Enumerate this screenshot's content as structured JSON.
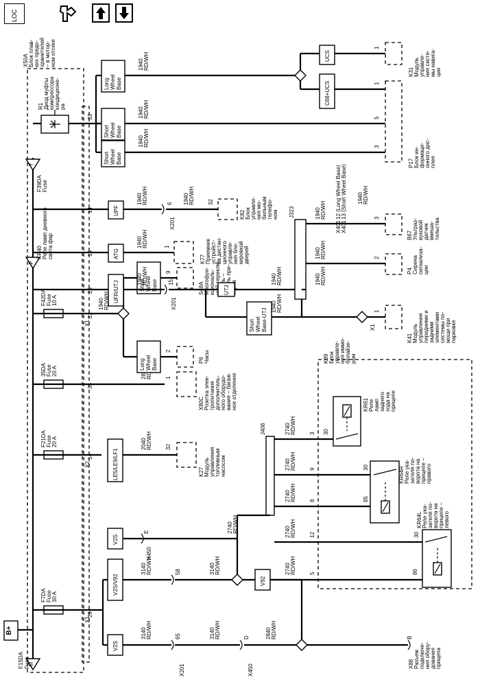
{
  "toolbar": {
    "loc_label": "LOC",
    "buttons": [
      {
        "name": "service-tools-icon",
        "glyph": "⇅"
      },
      {
        "name": "arrow-up-icon",
        "glyph": "▲"
      },
      {
        "name": "arrow-down-icon",
        "glyph": "▼"
      }
    ]
  },
  "power": {
    "label": "B+"
  },
  "fuses": {
    "f15": {
      "name": "F15DA",
      "sub": "Fuse",
      "tag": "M"
    },
    "f7": {
      "name": "F7DA",
      "sub": "Fuse",
      "rating": "30 A"
    },
    "f21": {
      "name": "F21DA",
      "sub": "Fuse",
      "rating": "20 A"
    },
    "f35": {
      "name": "35DA",
      "sub": "Fuse",
      "rating": "20 A"
    },
    "f42": {
      "name": "F42DA",
      "sub": "Fuse",
      "rating": "10 A"
    },
    "f39": {
      "name": "F39DA",
      "sub": "Fuse",
      "tag": "Y"
    }
  },
  "relays": {
    "kr40": {
      "tag": "P",
      "name": "KR40",
      "l1": "Реле ламп дневного",
      "l2": "света фар"
    }
  },
  "blocks": {
    "x50a": {
      "l1": "X50A",
      "l2": "Блок плав-",
      "l3": "ких предо-",
      "l4": "хранителей",
      "l5": "– в мотор-",
      "l6": "ном отсеке"
    },
    "r1": {
      "l1": "R1",
      "l2": "Диод муфты",
      "l3": "компрессора",
      "l4": "кондиционе-",
      "l5": "ра"
    }
  },
  "options": {
    "v2s_a": "V2S",
    "v2sv92": "V2S/V92",
    "v2s_b": "V2S",
    "les": "LE5/LE9/LF1",
    "long1": {
      "l1": "Long",
      "l2": "Wheel",
      "l3": "Base"
    },
    "short1": {
      "l1": "Short",
      "l2": "Wheel",
      "l3": "Base"
    },
    "ufr": "UFR/UTJ",
    "atg": "ATG",
    "upf": "UPF",
    "short2": {
      "l1": "Short",
      "l2": "Wheel",
      "l3": "Base"
    },
    "short3": {
      "l1": "Short",
      "l2": "Wheel",
      "l3": "Base"
    },
    "long2": {
      "l1": "Long",
      "l2": "Wheel",
      "l3": "Base"
    },
    "uts": "UTJ",
    "short_utj": {
      "l1": "Short",
      "l2": "Wheel",
      "l3": "Base-UTJ"
    },
    "ucs": "UCS",
    "c68": "C68+UCS",
    "v92": "V92"
  },
  "wires": {
    "w3140": {
      "num": "3140",
      "col": "RD/WH"
    },
    "w2040": {
      "num": "2040",
      "col": "RD/WH"
    },
    "w2840": {
      "num": "2840",
      "col": "RD/WH"
    },
    "w1940": {
      "num": "1940",
      "col": "RD/WH"
    },
    "w2740": {
      "num": "2740",
      "col": "RD/WH"
    }
  },
  "pins": {
    "p29": "29",
    "p14a": "14",
    "p35": "35",
    "p22": "22",
    "p23": "23",
    "p13": "13",
    "p14b": "14",
    "p33": "33",
    "p58": "58",
    "p65": "65",
    "pE": "E",
    "pD": "D",
    "pB": "B",
    "p32a": "32",
    "p1a": "1",
    "p9": "9",
    "p2a": "2",
    "p15": "15",
    "p1b": "1",
    "p6": "6",
    "p32b": "32",
    "p1c": "1",
    "p2b": "2",
    "p3a": "3",
    "p3b": "3",
    "p5": "5",
    "p1d": "1",
    "p1e": "1",
    "p5b": "5",
    "p12": "12",
    "p8": "8",
    "p9b": "9",
    "p3c": "3",
    "p86a": "86",
    "p85": "85",
    "p30a": "30",
    "p30b": "30",
    "p30c": "30"
  },
  "connectors": {
    "x1a": "X1",
    "x2": "X2",
    "x1b": "X1",
    "x201a": "X201",
    "x450a": "X450",
    "x450b": "X450",
    "x201b": "X201",
    "x201c": "X201",
    "x401a": "X401",
    "x401b": "X401",
    "x1c": "X1",
    "j408": "J408",
    "j323": "J323",
    "x401_txt1": "12 (Long Wheel Base)",
    "x401_txt2": "13 (Short Wheel Base)"
  },
  "components": {
    "x88": {
      "l1": "X88",
      "l2": "Разъем",
      "l3": "подключе-",
      "l4": "ния обору-",
      "l5": "дования",
      "l6": "прицепа"
    },
    "k27": {
      "l1": "K27",
      "l2": "Модуль",
      "l3": "управления",
      "l4": "топливным",
      "l5": "насосом"
    },
    "x80c": {
      "l1": "X80C",
      "l2": "Розетка элек-",
      "l3": "тропитания",
      "l4": "дополнитель-",
      "l5": "ного оборудо-",
      "l6": "вания – багаж-",
      "l7": "ное отделение"
    },
    "p6": {
      "l1": "P6",
      "l2": "Часы"
    },
    "s48a": {
      "l1": "S48A",
      "l2": "Многофун-",
      "l3": "кциональ-",
      "l4": "ный переклю-",
      "l5": "чатель –",
      "l6": "панель при-",
      "l7": "боров"
    },
    "k77": {
      "l1": "K77",
      "l2": "Приемник",
      "l3": "устройст-",
      "l4": "ва дистан-",
      "l5": "ционного",
      "l6": "управле-",
      "l7": "ния бло-",
      "l8": "кировкой",
      "l9": "дверей"
    },
    "k82": {
      "l1": "K82",
      "l2": "Блок",
      "l3": "управле-",
      "l4": "ния мо-",
      "l5": "бильным",
      "l6": "телефо-",
      "l7": "ном"
    },
    "k31": {
      "l1": "K31",
      "l2": "Модуль",
      "l3": "управле-",
      "l4": "ния систе-",
      "l5": "мы навига-",
      "l6": "ции"
    },
    "p17": {
      "l1": "P17",
      "l2": "Блок ин-",
      "l3": "формаци-",
      "l4": "онного дис-",
      "l5": "плея"
    },
    "b67": {
      "l1": "B67",
      "l2": "Ультраз-",
      "l3": "вуковой",
      "l4": "датчик",
      "l5": "вмеша-",
      "l6": "тельства"
    },
    "p4": {
      "l1": "P4",
      "l2": "Сирена",
      "l3": "сигнализа-",
      "l4": "ции"
    },
    "k41": {
      "l1": "K41",
      "l2": "Модуль",
      "l3": "управления",
      "l4": "передними и",
      "l5": "задними",
      "l6": "элементами",
      "l7": "системы по-",
      "l8": "мощи при",
      "l9": "парковке"
    },
    "k89": {
      "l1": "K89",
      "l2": "Блок",
      "l3": "управле-",
      "l4": "ния иммо-",
      "l5": "билайзе-",
      "l6": "ром"
    },
    "kr61": {
      "l1": "KR61",
      "l2": "Реле",
      "l3": "ламп",
      "l4": "заднего",
      "l5": "хода на",
      "l6": "прицепе"
    },
    "kr64r": {
      "l1": "KR64R",
      "l2": "Реле ука-",
      "l3": "зателя по-",
      "l4": "ворота на",
      "l5": "прицепе –",
      "l6": "правого"
    },
    "kr64l": {
      "l1": "KR64L",
      "l2": "Реле ука-",
      "l3": "зателя по-",
      "l4": "ворота на",
      "l5": "прицепе –",
      "l6": "левого"
    }
  }
}
